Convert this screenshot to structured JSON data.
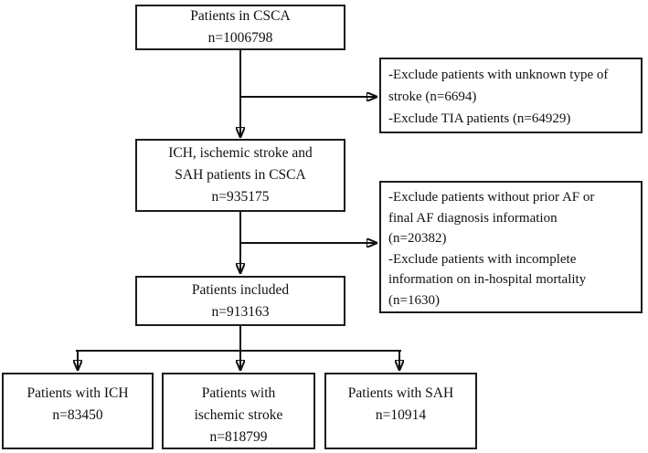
{
  "flowchart": {
    "top_box": {
      "text": "Patients in CSCA\nn=1006798"
    },
    "exclusion_box_1": {
      "text": "-Exclude patients with unknown type of\nstroke (n=6694)\n-Exclude TIA patients (n=64929)"
    },
    "middle_box": {
      "text": "ICH, ischemic stroke and\nSAH patients in CSCA\nn=935175"
    },
    "exclusion_box_2": {
      "text": "-Exclude patients without prior AF or\nfinal AF diagnosis information\n(n=20382)\n-Exclude patients with incomplete\ninformation on in-hospital mortality\n(n=1630)"
    },
    "included_box": {
      "text": "Patients included\nn=913163"
    },
    "ich_box": {
      "text": "Patients with ICH\nn=83450"
    },
    "ischemic_box": {
      "text": "Patients with\nischemic stroke\nn=818799"
    },
    "sah_box": {
      "text": "Patients with SAH\nn=10914"
    },
    "colors": {
      "border": "#1c1c1c",
      "text": "#111111",
      "arrow": "#111111",
      "background": "#ffffff"
    }
  }
}
